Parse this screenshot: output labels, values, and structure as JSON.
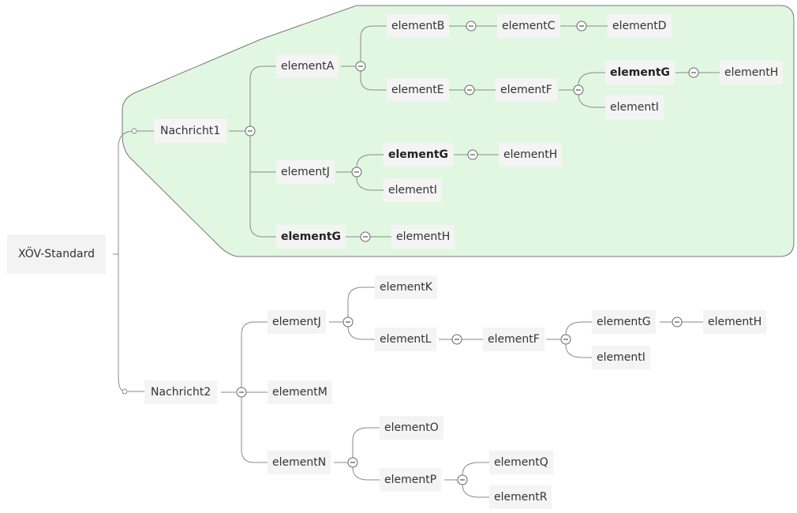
{
  "root": {
    "label": "XÖV-Standard"
  },
  "nachricht1": {
    "label": "Nachricht1",
    "elementA": {
      "label": "elementA",
      "elementB": {
        "label": "elementB",
        "elementC": "elementC",
        "elementD": "elementD"
      },
      "elementE": {
        "label": "elementE",
        "elementF": {
          "label": "elementF",
          "elementG": {
            "label": "elementG",
            "elementH": "elementH"
          },
          "elementI": "elementI"
        }
      }
    },
    "elementJ": {
      "label": "elementJ",
      "elementG": {
        "label": "elementG",
        "elementH": "elementH"
      },
      "elementI": "elementI"
    },
    "elementG": {
      "label": "elementG",
      "elementH": "elementH"
    }
  },
  "nachricht2": {
    "label": "Nachricht2",
    "elementJ": {
      "label": "elementJ",
      "elementK": "elementK",
      "elementL": {
        "label": "elementL",
        "elementF": {
          "label": "elementF",
          "elementG": {
            "label": "elementG",
            "elementH": "elementH"
          },
          "elementI": "elementI"
        }
      }
    },
    "elementM": "elementM",
    "elementN": {
      "label": "elementN",
      "elementO": "elementO",
      "elementP": {
        "label": "elementP",
        "elementQ": "elementQ",
        "elementR": "elementR"
      }
    }
  },
  "colors": {
    "highlight_fill": "#e2f7e2",
    "highlight_stroke": "#777777",
    "line": "#8a8a8a"
  }
}
